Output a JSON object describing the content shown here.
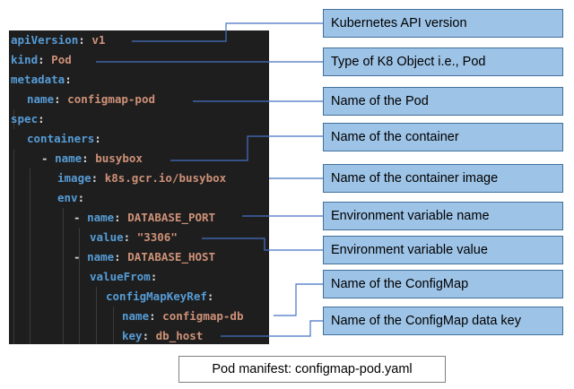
{
  "code": {
    "lines": [
      {
        "key": "apiVersion",
        "value": "v1"
      },
      {
        "key": "kind",
        "value": "Pod"
      },
      {
        "key": "metadata",
        "value": ""
      },
      {
        "key": "name",
        "value": "configmap-pod"
      },
      {
        "key": "spec",
        "value": ""
      },
      {
        "key": "containers",
        "value": ""
      },
      {
        "key": "name",
        "value": "busybox"
      },
      {
        "key": "image",
        "value": "k8s.gcr.io/busybox"
      },
      {
        "key": "env",
        "value": ""
      },
      {
        "key": "name",
        "value": "DATABASE_PORT"
      },
      {
        "key": "value",
        "value": "\"3306\""
      },
      {
        "key": "name",
        "value": "DATABASE_HOST"
      },
      {
        "key": "valueFrom",
        "value": ""
      },
      {
        "key": "configMapKeyRef",
        "value": ""
      },
      {
        "key": "name",
        "value": "configmap-db"
      },
      {
        "key": "key",
        "value": "db_host"
      }
    ]
  },
  "annotations": [
    "Kubernetes API version",
    "Type of K8 Object i.e., Pod",
    "Name of the Pod",
    "Name of the container",
    "Name of the container image",
    "Environment variable name",
    "Environment variable value",
    "Name of the ConfigMap",
    "Name of the ConfigMap data key"
  ],
  "caption": "Pod manifest: configmap-pod.yaml",
  "colors": {
    "code_bg": "#1e1e1e",
    "key": "#569cd6",
    "value": "#ce9178",
    "box_fill": "#9dc3e6",
    "box_border": "#41719c",
    "connector": "#4472c4"
  }
}
